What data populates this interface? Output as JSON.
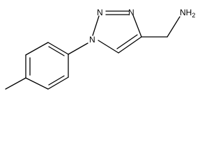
{
  "molecule": {
    "atoms": {
      "n1": "N",
      "n2": "N",
      "n3": "N",
      "amine": "NH",
      "amine_subscript": "2"
    },
    "colors": {
      "bond": "#000000",
      "label": "#000000",
      "background": "#ffffff"
    }
  }
}
